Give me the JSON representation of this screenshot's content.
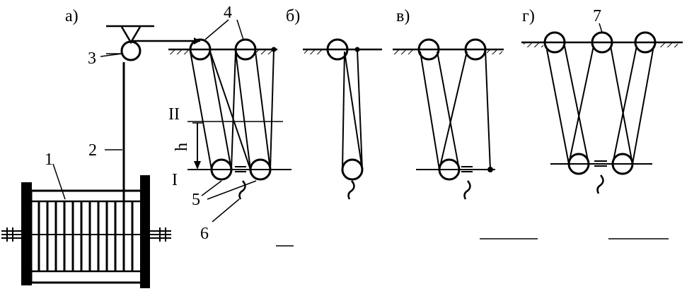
{
  "panels": {
    "a": "а)",
    "b": "б)",
    "v": "в)",
    "g": "г)"
  },
  "callouts": {
    "n1": "1",
    "n2": "2",
    "n3": "3",
    "n4": "4",
    "n5": "5",
    "n6": "6",
    "n7": "7"
  },
  "levels": {
    "upper": "II",
    "lower": "I",
    "height": "h"
  }
}
